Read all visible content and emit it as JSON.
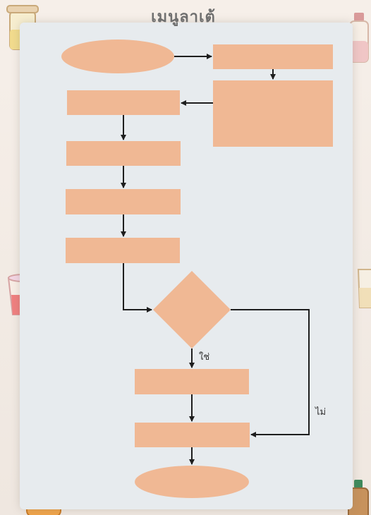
{
  "header": {
    "title": "เมนูลาเต้"
  },
  "decorations": {
    "icons": [
      "cup-icon",
      "bottle-icon",
      "iced-drink-icon",
      "boba-cup-icon",
      "cookie-jar-icon"
    ]
  },
  "flowchart": {
    "branch_yes_label": "ใช่",
    "branch_no_label": "ไม่"
  },
  "colors": {
    "box_fill": "#f0b894",
    "line": "#1e1e1e",
    "sheet": "#e7ebee"
  }
}
